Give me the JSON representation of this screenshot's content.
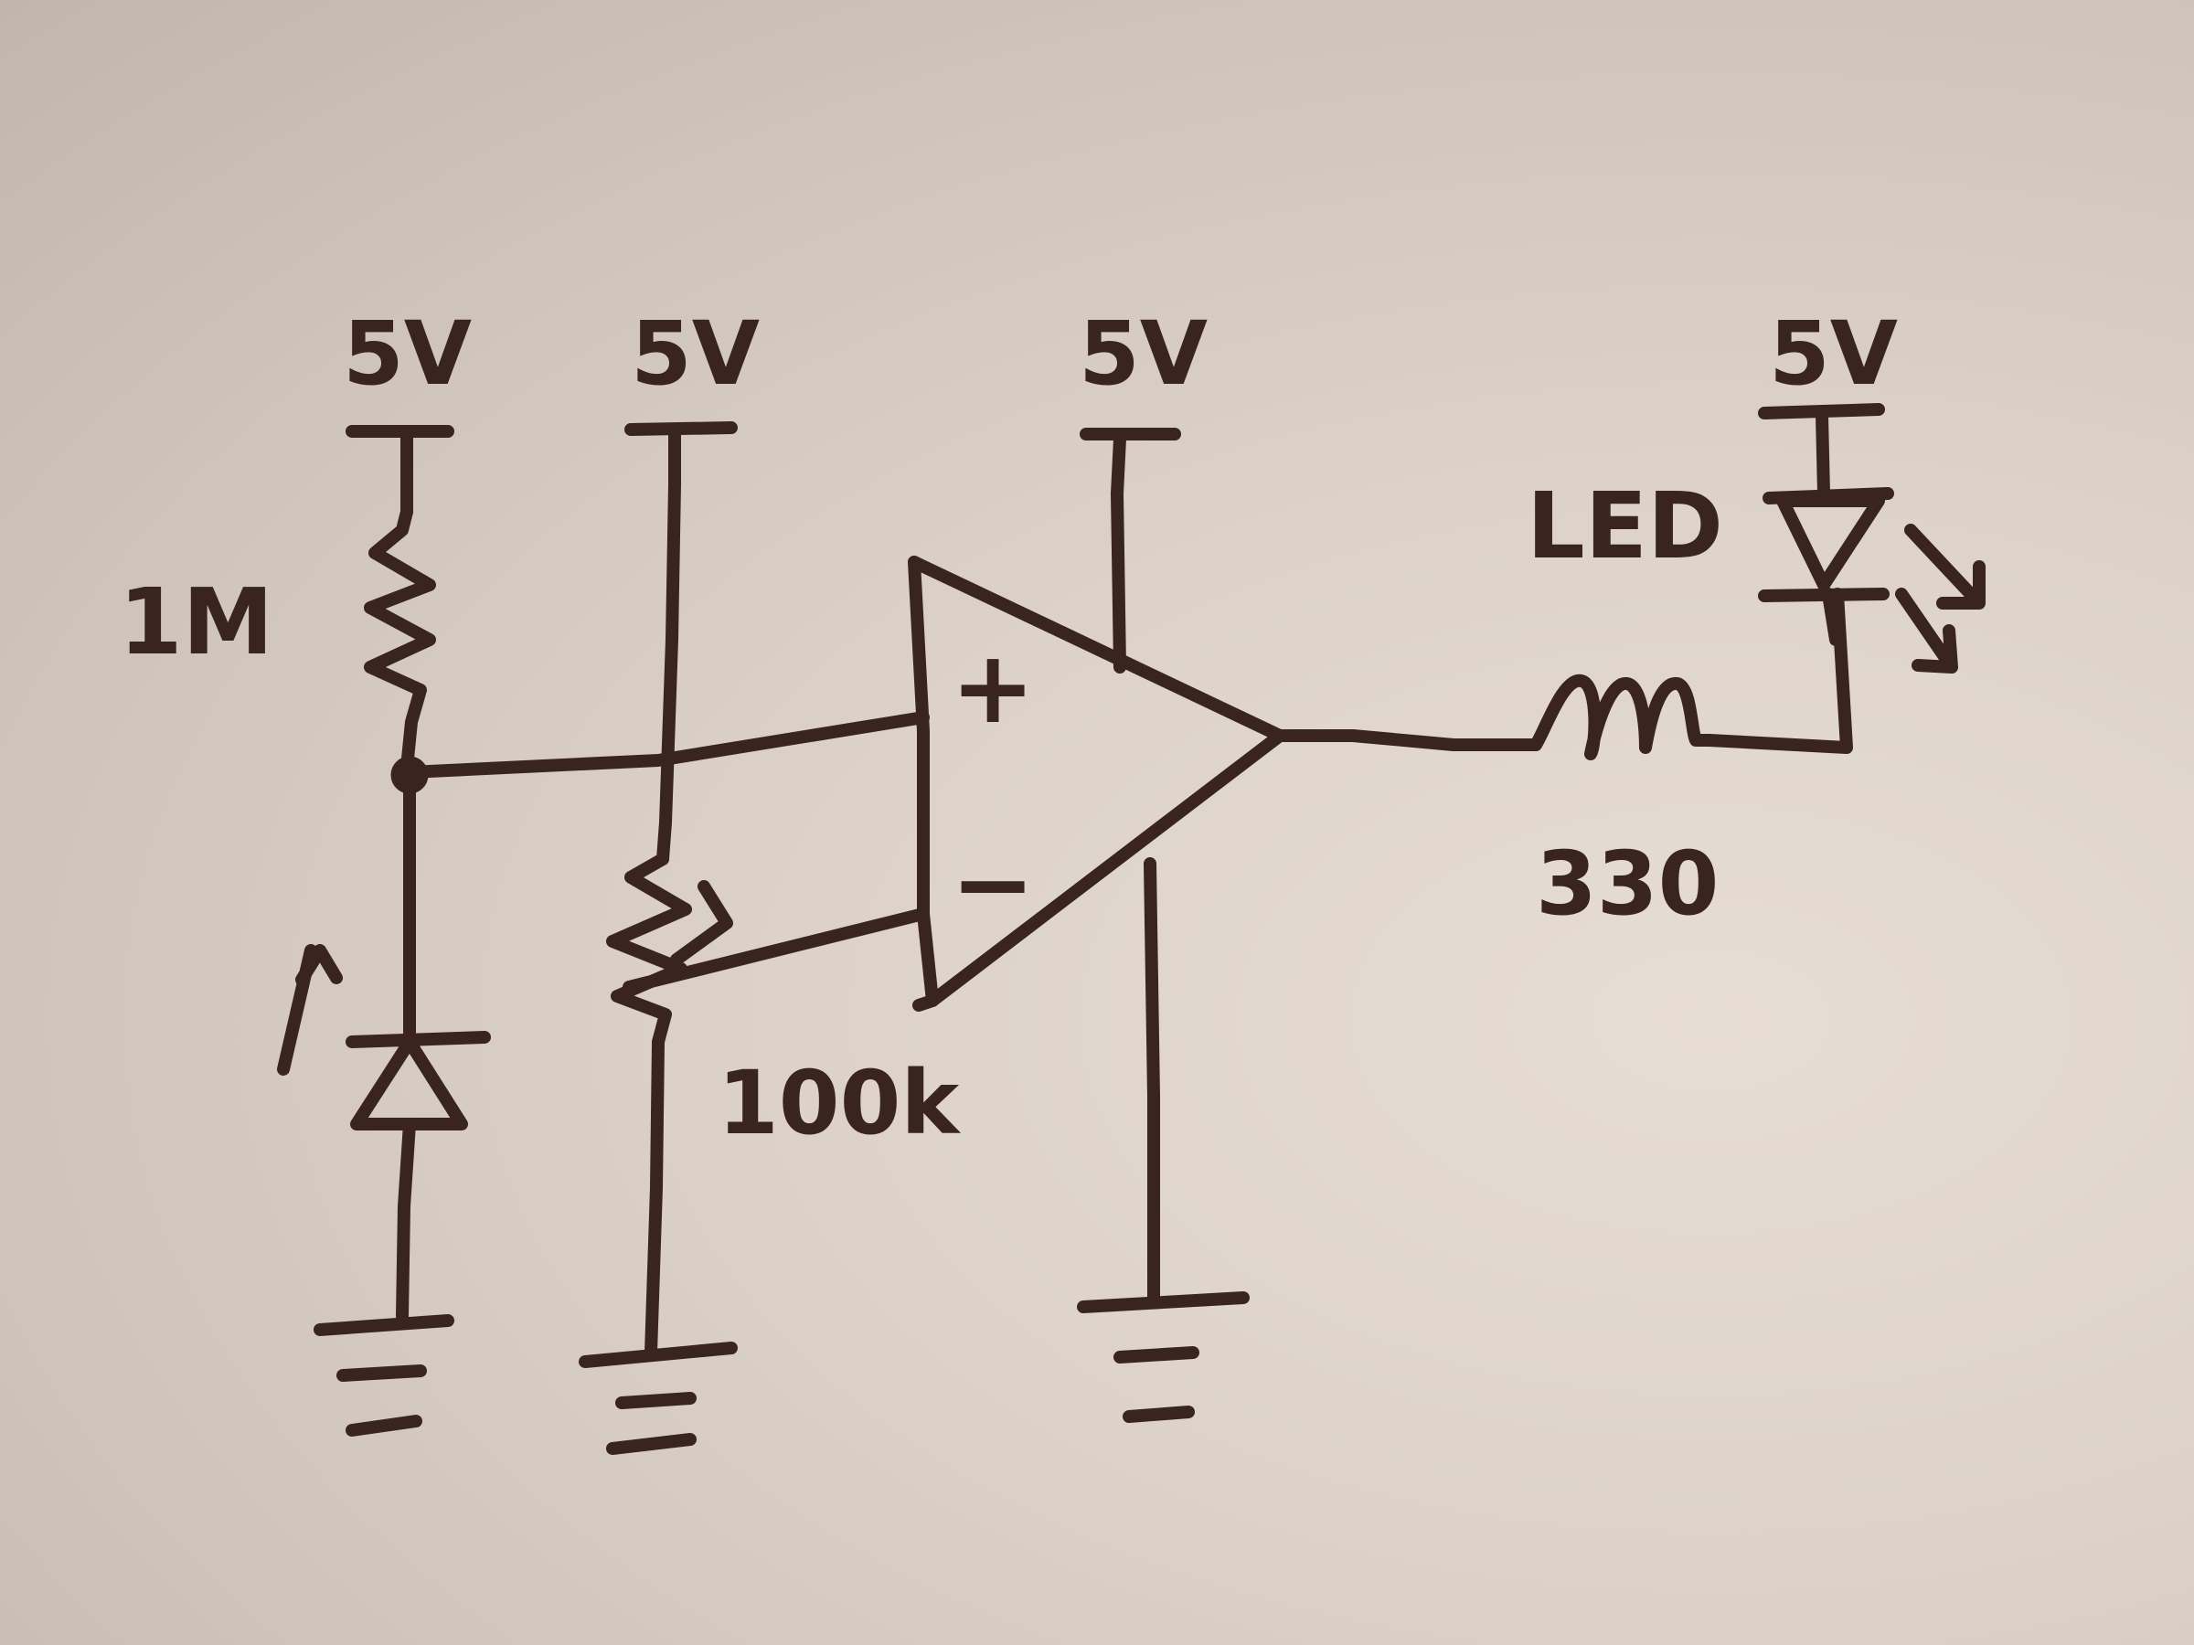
{
  "supplies": {
    "r1": "5V",
    "pot": "5V",
    "opamp": "5V",
    "led": "5V"
  },
  "components": {
    "r1_value": "1M",
    "pot_value": "100k",
    "r_out_value": "330",
    "led_label": "LED"
  },
  "opamp": {
    "plus": "+",
    "minus": "−"
  },
  "colors": {
    "ink": "#3a2420",
    "paper": "#dcd2c9"
  }
}
